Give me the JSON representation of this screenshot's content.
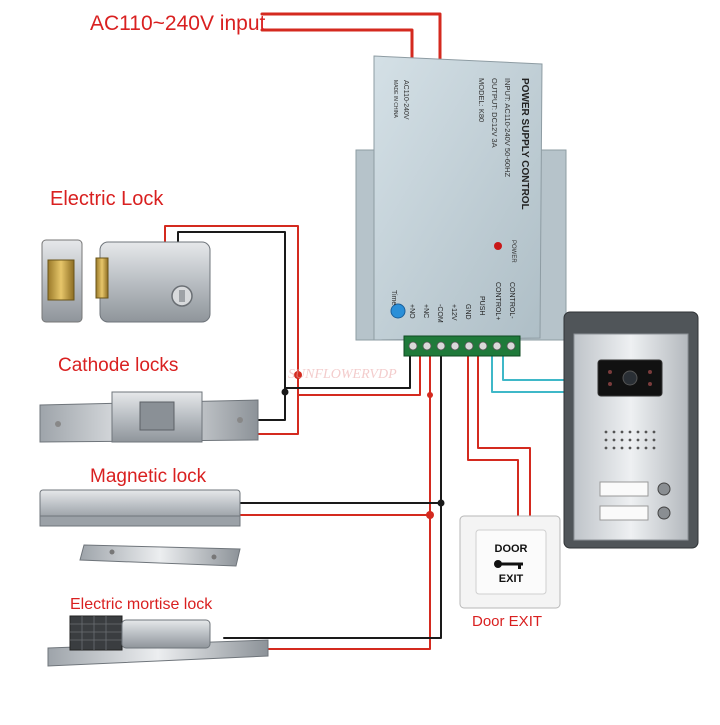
{
  "labels": {
    "ac_input": "AC110~240V input",
    "electric_lock": "Electric Lock",
    "cathode_locks": "Cathode locks",
    "magnetic_lock": "Magnetic lock",
    "electric_mortise_lock": "Electric mortise lock",
    "door_exit_caption": "Door EXIT"
  },
  "power_supply": {
    "title": "POWER SUPPLY CONTROL",
    "input_line": "INPUT: AC110-240V  50-60HZ",
    "output_line": "OUTPUT: DC12V  3A",
    "model_line": "MODEL: K80",
    "ac_marking": "AC110-240V",
    "made_in": "MADE IN CHINA",
    "power_led_label": "POWER",
    "time_label": "Time",
    "terminals": [
      "+NO",
      "+NC",
      "-COM",
      "+12V",
      "GND",
      "PUSH",
      "CONTROL+",
      "CONTROL-"
    ]
  },
  "door_exit_button": {
    "line1": "DOOR",
    "line2": "EXIT"
  },
  "watermark": "SUNFLOWERVDP",
  "colors": {
    "wire_red": "#d42a1f",
    "wire_black": "#1a1a1a",
    "wire_cyan": "#3fb8c8",
    "label_red": "#d92020",
    "psu_body": "#c9d6dc"
  }
}
